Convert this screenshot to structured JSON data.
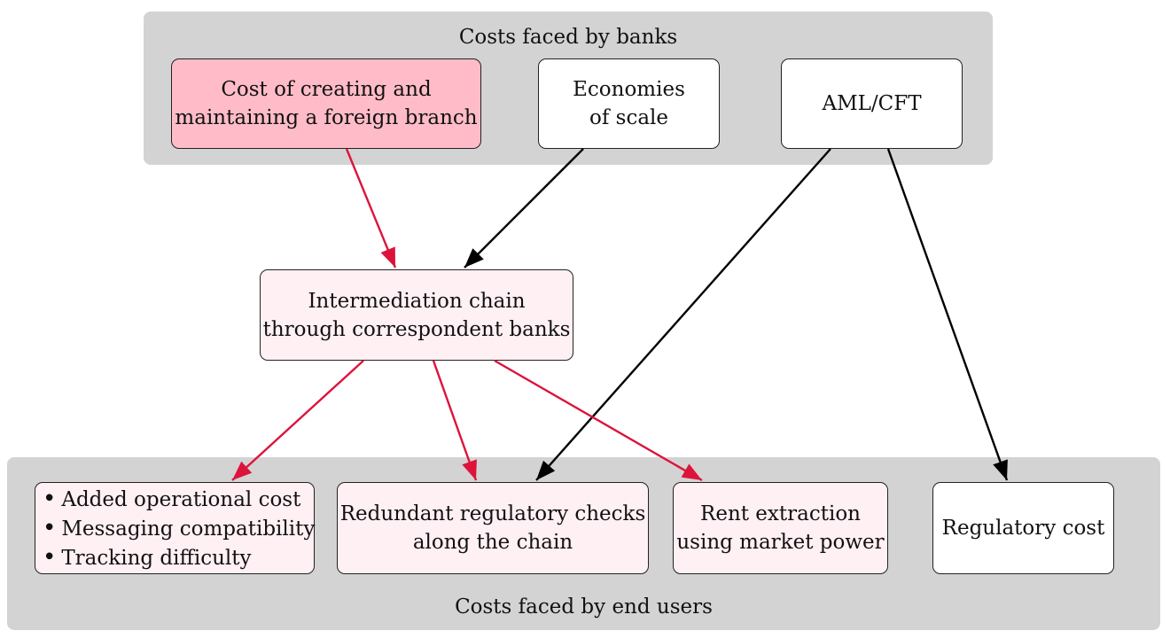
{
  "banks_group": {
    "title": "Costs faced by banks"
  },
  "users_group": {
    "title": "Costs faced by end users"
  },
  "nodes": {
    "foreign_branch": "Cost of creating and\nmaintaining a foreign branch",
    "economies_scale": "Economies\nof scale",
    "aml_cft": "AML/CFT",
    "intermediation": "Intermediation chain\nthrough correspondent banks",
    "operational": [
      "Added operational cost",
      "Messaging compatibility",
      "Tracking difficulty"
    ],
    "redundant_checks": "Redundant regulatory checks\nalong the chain",
    "rent_extraction": "Rent extraction\nusing market power",
    "regulatory_cost": "Regulatory cost"
  },
  "colors": {
    "red_edge": "#dc143c",
    "black_edge": "#000000",
    "group_bg": "#d3d3d3",
    "pink_fill": "#ffbcc8",
    "light_pink_fill": "#fff0f4"
  },
  "edges": [
    {
      "from": "foreign_branch",
      "to": "intermediation",
      "color": "red"
    },
    {
      "from": "economies_scale",
      "to": "intermediation",
      "color": "black"
    },
    {
      "from": "aml_cft",
      "to": "redundant_checks",
      "color": "black"
    },
    {
      "from": "aml_cft",
      "to": "regulatory_cost",
      "color": "black"
    },
    {
      "from": "intermediation",
      "to": "operational",
      "color": "red"
    },
    {
      "from": "intermediation",
      "to": "redundant_checks",
      "color": "red"
    },
    {
      "from": "intermediation",
      "to": "rent_extraction",
      "color": "red"
    }
  ]
}
